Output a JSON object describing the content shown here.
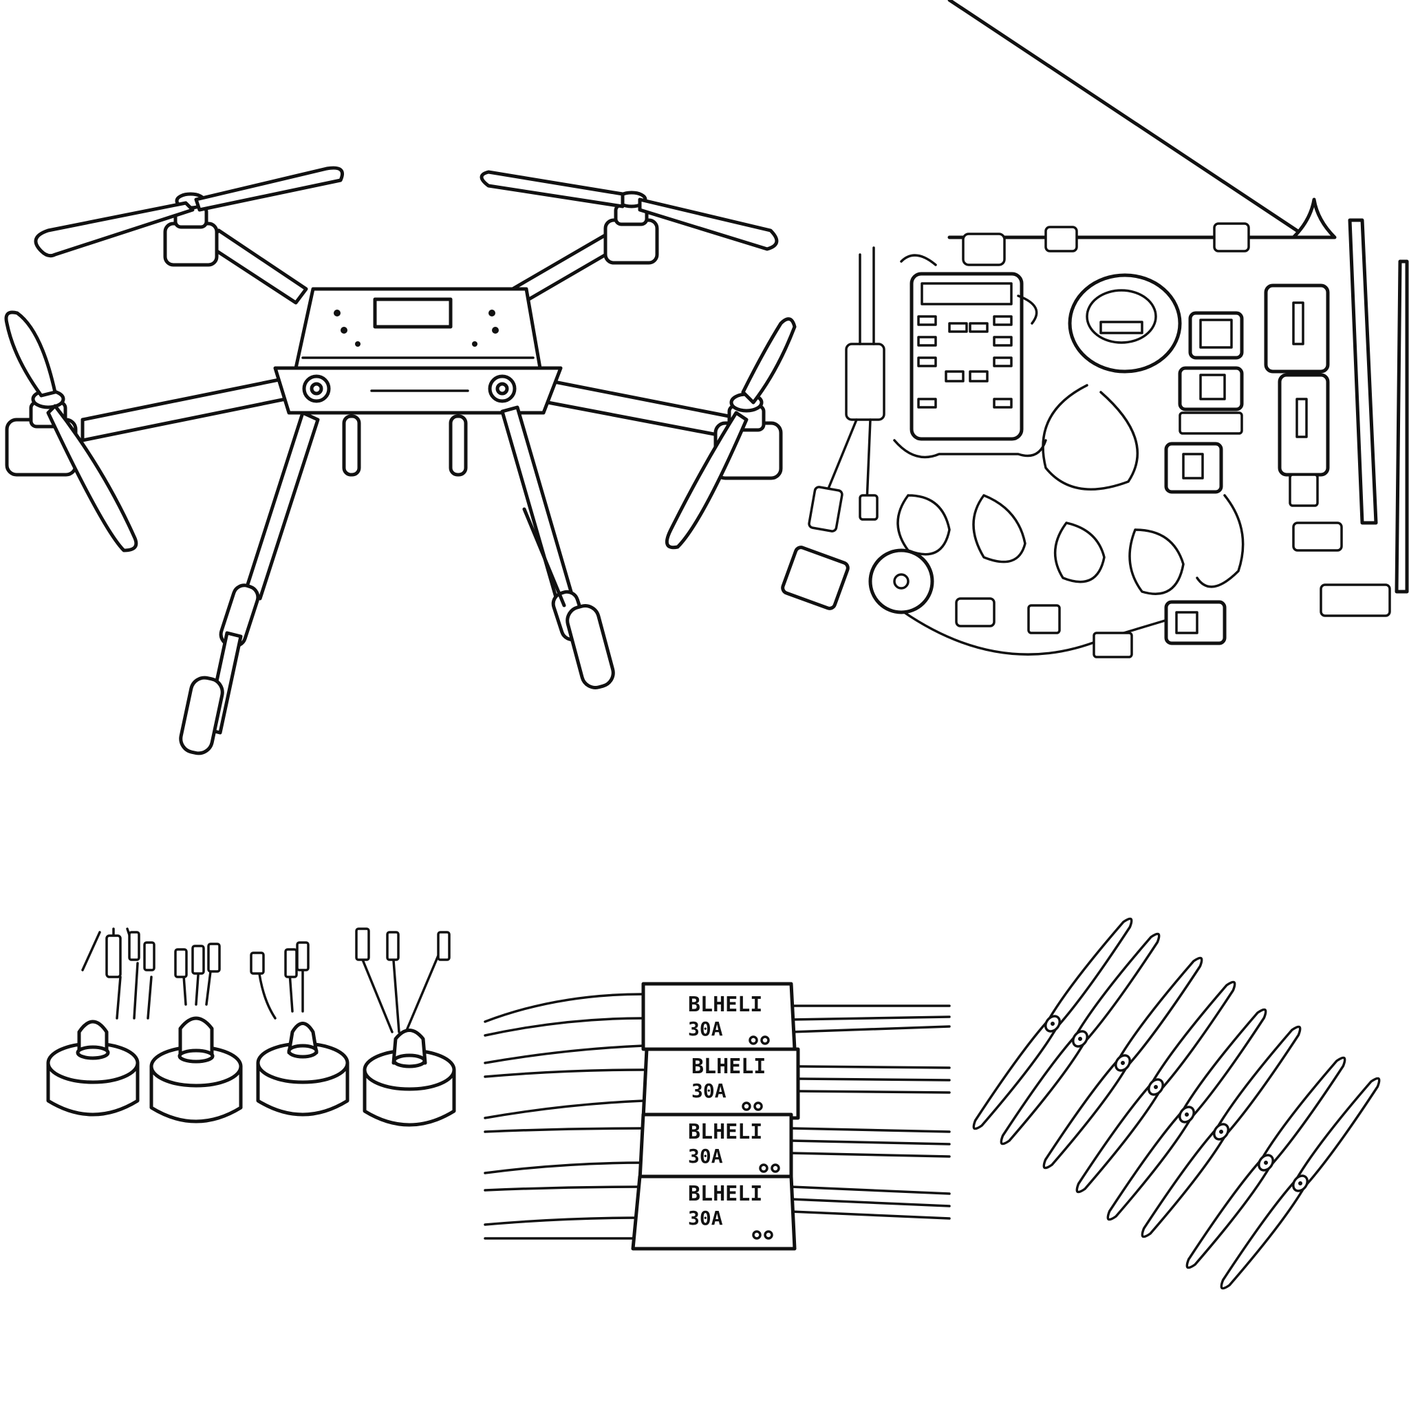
{
  "illustration": {
    "background": "#ffffff",
    "line_color": "#111111",
    "panels": [
      {
        "name": "assembled-quadcopter",
        "icon": "quadcopter-icon"
      },
      {
        "name": "flight-electronics-kit",
        "icon": "electronics-kit-icon"
      },
      {
        "name": "brushless-motors",
        "icon": "motor-icon",
        "count": 4
      },
      {
        "name": "speed-controllers",
        "icon": "esc-icon",
        "count": 4
      },
      {
        "name": "propellers",
        "icon": "propeller-icon",
        "count": 8
      }
    ]
  },
  "esc_labels": [
    {
      "brand": "BLHELI",
      "rating": "30A"
    },
    {
      "brand": "BLHELI",
      "rating": "30A"
    },
    {
      "brand": "BLHELI",
      "rating": "30A"
    },
    {
      "brand": "BLHELI",
      "rating": "30A"
    }
  ]
}
